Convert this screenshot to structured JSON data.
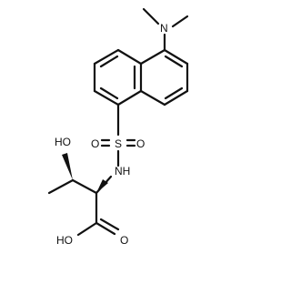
{
  "molecule": {
    "atoms": {
      "n_dimethyl": "N",
      "sulfur": "S",
      "oxygen_left": "O",
      "oxygen_right": "O",
      "amide_nh": "NH",
      "hydroxyl": "HO",
      "acid_oh": "HO",
      "carbonyl_o": "O"
    },
    "colors": {
      "ink": "#111111",
      "background": "#ffffff"
    }
  }
}
